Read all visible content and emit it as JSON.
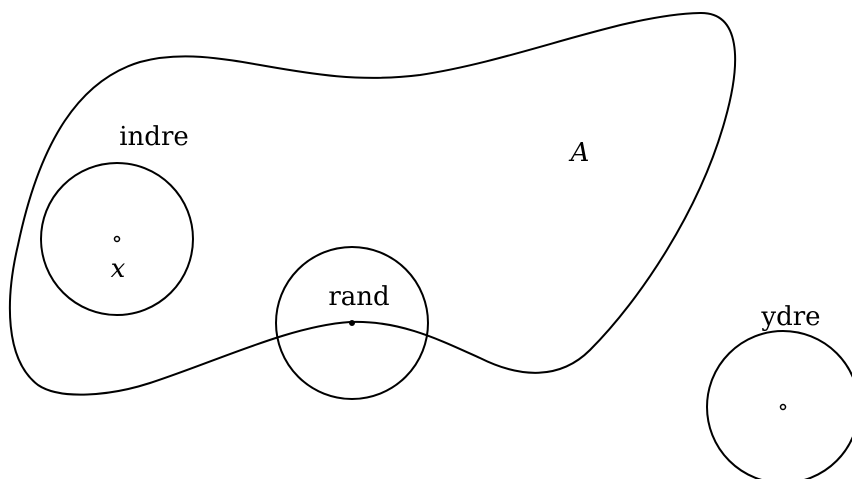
{
  "diagram": {
    "set_label": "A",
    "interior_label": "indre",
    "interior_point_label": "x",
    "boundary_label": "rand",
    "exterior_label": "ydre"
  },
  "colors": {
    "stroke": "#000000",
    "background": "#ffffff"
  }
}
